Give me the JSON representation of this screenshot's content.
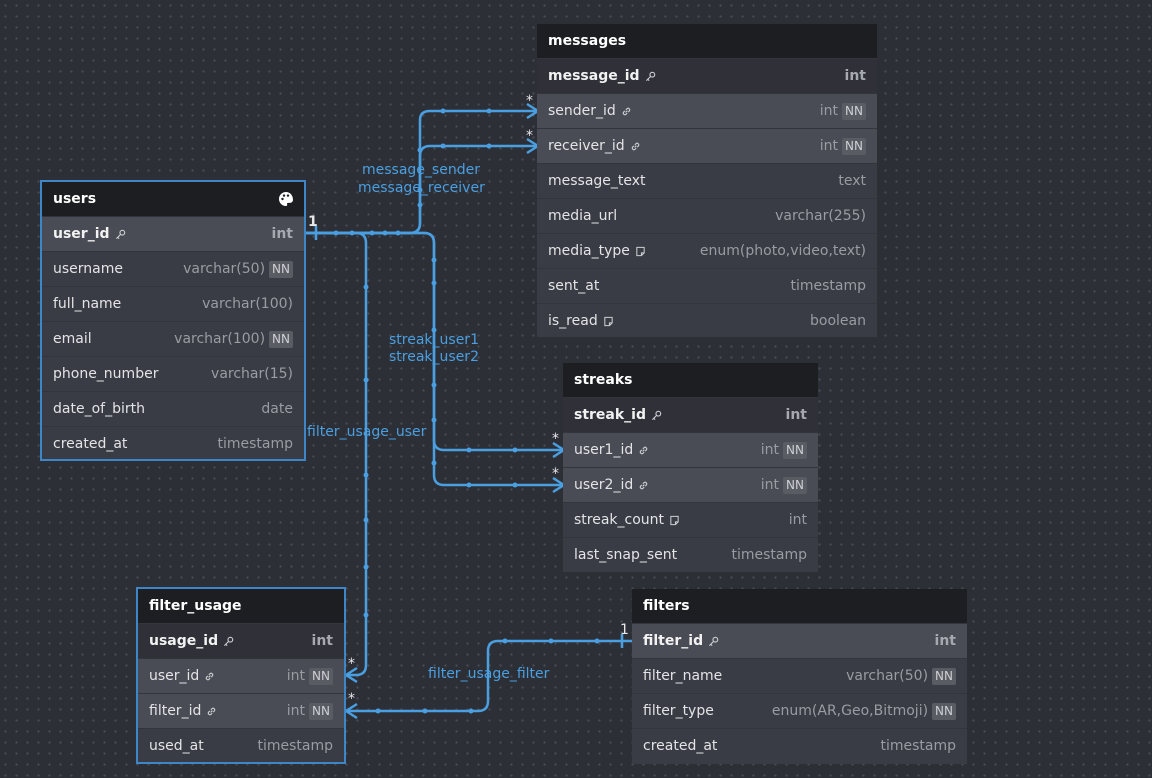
{
  "colors": {
    "link": "#4a9fe0",
    "header": "#1d1e22",
    "table_bg": "#3a3c45",
    "selected_border": "#3f86c9"
  },
  "tables": {
    "users": {
      "name": "users",
      "columns": [
        {
          "name": "user_id",
          "type": "int",
          "nn": "",
          "pk": true
        },
        {
          "name": "username",
          "type": "varchar(50)",
          "nn": "NN"
        },
        {
          "name": "full_name",
          "type": "varchar(100)",
          "nn": ""
        },
        {
          "name": "email",
          "type": "varchar(100)",
          "nn": "NN"
        },
        {
          "name": "phone_number",
          "type": "varchar(15)",
          "nn": ""
        },
        {
          "name": "date_of_birth",
          "type": "date",
          "nn": ""
        },
        {
          "name": "created_at",
          "type": "timestamp",
          "nn": ""
        }
      ]
    },
    "messages": {
      "name": "messages",
      "columns": [
        {
          "name": "message_id",
          "type": "int",
          "nn": "",
          "pk": true
        },
        {
          "name": "sender_id",
          "type": "int",
          "nn": "NN"
        },
        {
          "name": "receiver_id",
          "type": "int",
          "nn": "NN"
        },
        {
          "name": "message_text",
          "type": "text",
          "nn": ""
        },
        {
          "name": "media_url",
          "type": "varchar(255)",
          "nn": ""
        },
        {
          "name": "media_type",
          "type": "enum(photo,video,text)",
          "nn": ""
        },
        {
          "name": "sent_at",
          "type": "timestamp",
          "nn": ""
        },
        {
          "name": "is_read",
          "type": "boolean",
          "nn": ""
        }
      ]
    },
    "streaks": {
      "name": "streaks",
      "columns": [
        {
          "name": "streak_id",
          "type": "int",
          "nn": "",
          "pk": true
        },
        {
          "name": "user1_id",
          "type": "int",
          "nn": "NN"
        },
        {
          "name": "user2_id",
          "type": "int",
          "nn": "NN"
        },
        {
          "name": "streak_count",
          "type": "int",
          "nn": ""
        },
        {
          "name": "last_snap_sent",
          "type": "timestamp",
          "nn": ""
        }
      ]
    },
    "filter_usage": {
      "name": "filter_usage",
      "columns": [
        {
          "name": "usage_id",
          "type": "int",
          "nn": "",
          "pk": true
        },
        {
          "name": "user_id",
          "type": "int",
          "nn": "NN"
        },
        {
          "name": "filter_id",
          "type": "int",
          "nn": "NN"
        },
        {
          "name": "used_at",
          "type": "timestamp",
          "nn": ""
        }
      ]
    },
    "filters": {
      "name": "filters",
      "columns": [
        {
          "name": "filter_id",
          "type": "int",
          "nn": "",
          "pk": true
        },
        {
          "name": "filter_name",
          "type": "varchar(50)",
          "nn": "NN"
        },
        {
          "name": "filter_type",
          "type": "enum(AR,Geo,Bitmoji)",
          "nn": "NN"
        },
        {
          "name": "created_at",
          "type": "timestamp",
          "nn": ""
        }
      ]
    }
  },
  "relations": {
    "message_sender": "message_sender",
    "message_receiver": "message_receiver",
    "streak_user1": "streak_user1",
    "streak_user2": "streak_user2",
    "filter_usage_user": "filter_usage_user",
    "filter_usage_filter": "filter_usage_filter",
    "one": "1",
    "many": "*"
  }
}
